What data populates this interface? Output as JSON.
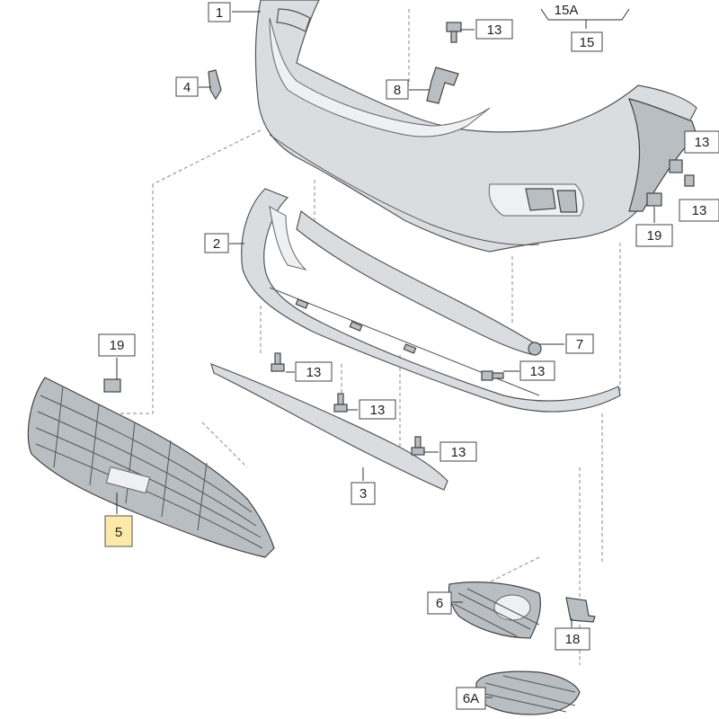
{
  "callouts": {
    "c1": "1",
    "c2": "2",
    "c3": "3",
    "c4": "4",
    "c5": "5",
    "c6": "6",
    "c6a": "6A",
    "c7": "7",
    "c8": "8",
    "c13a": "13",
    "c13b": "13",
    "c13c": "13",
    "c13d": "13",
    "c13e": "13",
    "c13f": "13",
    "c13g": "13",
    "c15": "15",
    "c15a": "15A",
    "c18": "18",
    "c19a": "19",
    "c19b": "19"
  },
  "colors": {
    "highlight": "#fde9a8",
    "part_fill": "#d9dde0",
    "outline": "#444444"
  }
}
